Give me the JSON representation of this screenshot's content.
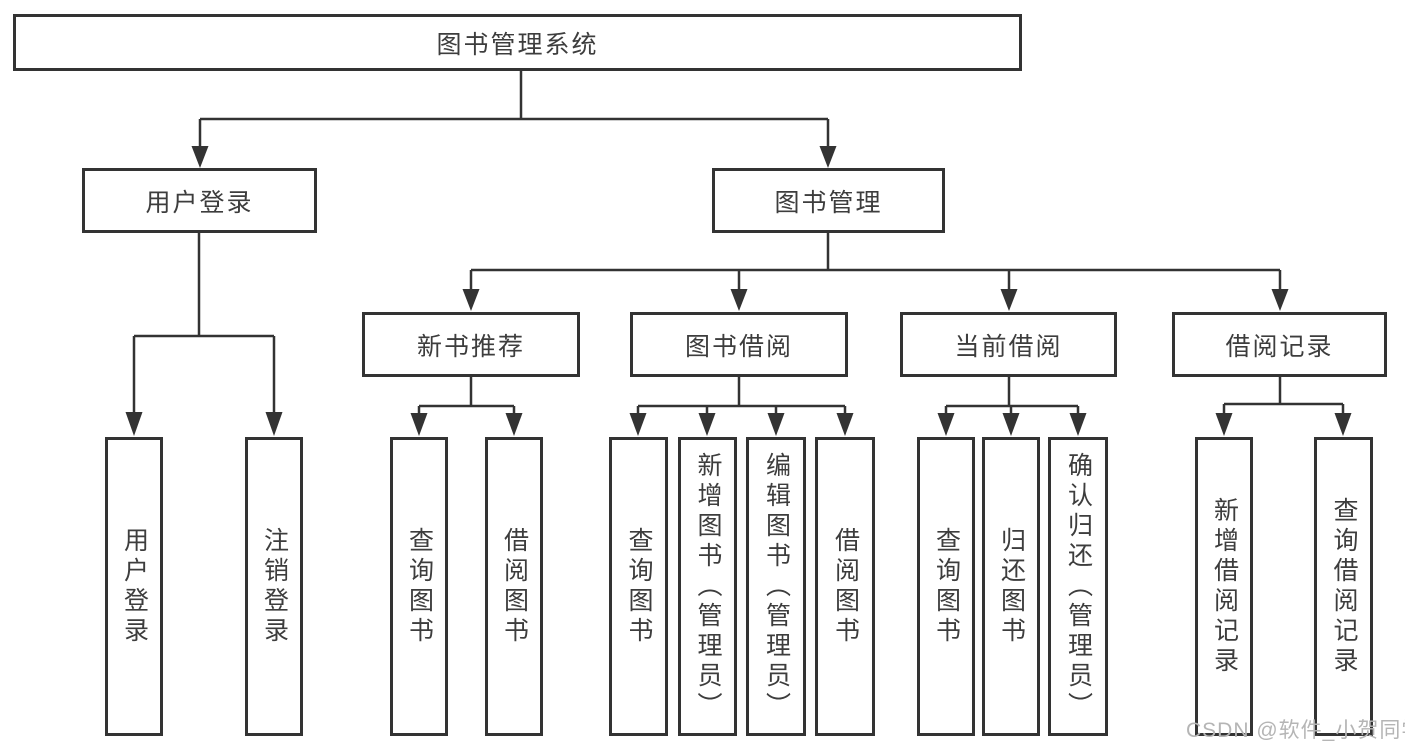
{
  "colors": {
    "line": "#333333",
    "text": "#3d3d3d",
    "watermark": "#b5b5b5"
  },
  "watermark": {
    "text": "CSDN @软件_小贺同学"
  },
  "tree": {
    "root": {
      "label": "图书管理系统"
    },
    "branches": [
      {
        "label": "用户登录",
        "children": [
          {
            "label": "用户登录"
          },
          {
            "label": "注销登录"
          }
        ]
      },
      {
        "label": "图书管理",
        "children": [
          {
            "label": "新书推荐",
            "children": [
              {
                "label": "查询图书"
              },
              {
                "label": "借阅图书"
              }
            ]
          },
          {
            "label": "图书借阅",
            "children": [
              {
                "label": "查询图书"
              },
              {
                "label": "新增图书（管理员）"
              },
              {
                "label": "编辑图书（管理员）"
              },
              {
                "label": "借阅图书"
              }
            ]
          },
          {
            "label": "当前借阅",
            "children": [
              {
                "label": "查询图书"
              },
              {
                "label": "归还图书"
              },
              {
                "label": "确认归还（管理员）"
              }
            ]
          },
          {
            "label": "借阅记录",
            "children": [
              {
                "label": "新增借阅记录"
              },
              {
                "label": "查询借阅记录"
              }
            ]
          }
        ]
      }
    ]
  }
}
